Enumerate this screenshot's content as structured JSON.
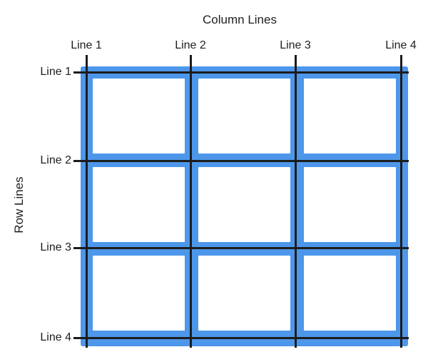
{
  "figure": {
    "title": "Column Lines",
    "row_axis_title": "Row Lines"
  },
  "column_labels": [
    "Line 1",
    "Line 2",
    "Line 3",
    "Line 4"
  ],
  "row_labels": [
    "Line 1",
    "Line 2",
    "Line 3",
    "Line 4"
  ],
  "grid": {
    "rows": 3,
    "columns": 3,
    "column_line_count": 4,
    "row_line_count": 4
  },
  "colors": {
    "track_blue": "#4D97EA",
    "line_black": "#1C1C1C",
    "cell_white": "#FFFFFF",
    "background": "#FFFFFF",
    "text": "#1E1E1E"
  }
}
